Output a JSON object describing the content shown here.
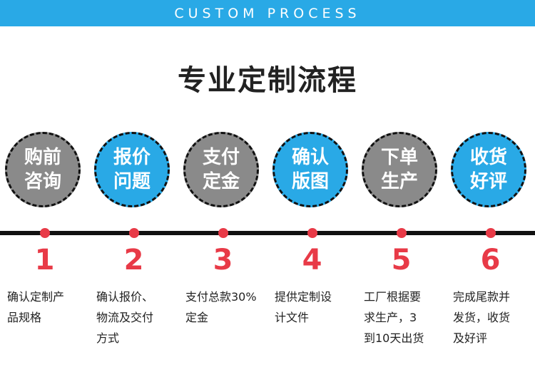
{
  "banner": {
    "text": "CUSTOM PROCESS"
  },
  "title": "专业定制流程",
  "colors": {
    "accent_blue": "#29a9e6",
    "gray": "#8a8a8a",
    "red": "#e83a47"
  },
  "steps": [
    {
      "circle": "购前\n咨询",
      "number": "1",
      "desc": "确认定制产\n品规格"
    },
    {
      "circle": "报价\n问题",
      "number": "2",
      "desc": "确认报价、\n物流及交付\n方式"
    },
    {
      "circle": "支付\n定金",
      "number": "3",
      "desc": "支付总款30%\n定金"
    },
    {
      "circle": "确认\n版图",
      "number": "4",
      "desc": "提供定制设\n计文件"
    },
    {
      "circle": "下单\n生产",
      "number": "5",
      "desc": "工厂根据要\n求生产，3\n到10天出货"
    },
    {
      "circle": "收货\n好评",
      "number": "6",
      "desc": "完成尾款并\n发货，收货\n及好评"
    }
  ]
}
